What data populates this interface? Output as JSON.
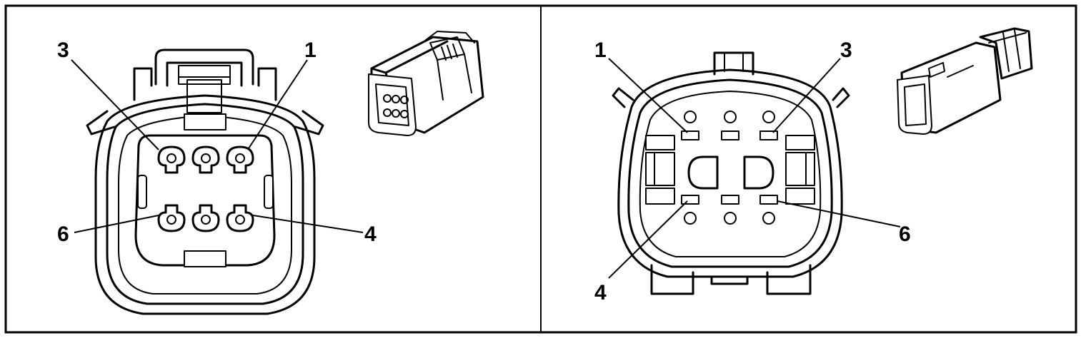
{
  "female_view": {
    "labels": {
      "pin_3": "3",
      "pin_1": "1",
      "pin_6": "6",
      "pin_4": "4"
    }
  },
  "male_view": {
    "labels": {
      "pin_1": "1",
      "pin_3": "3",
      "pin_4": "4",
      "pin_6": "6"
    }
  }
}
